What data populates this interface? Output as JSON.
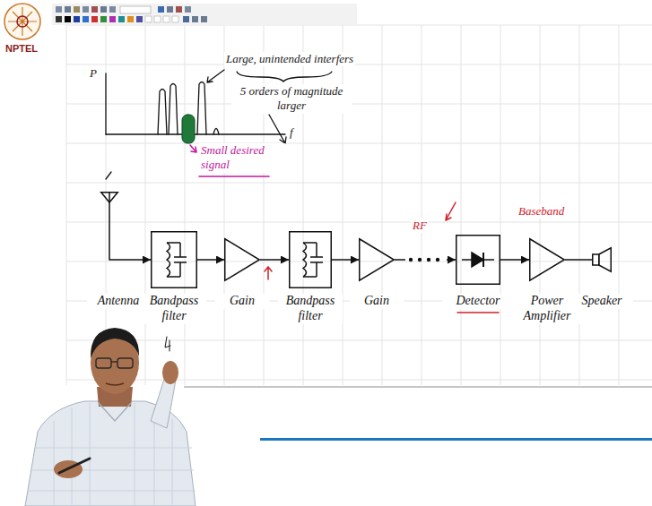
{
  "diagram": {
    "nodes": [
      {
        "text": [
          "Antenna"
        ]
      },
      {
        "text": [
          "Bandpass filter"
        ]
      },
      {
        "text": [
          "Gain"
        ]
      },
      {
        "text": [
          "Bandpass filter"
        ]
      },
      {
        "text": [
          "Gain"
        ]
      },
      {
        "text": [
          "Detector"
        ]
      },
      {
        "text": [
          "Power Amplifier"
        ]
      },
      {
        "text": [
          "Speaker"
        ]
      }
    ],
    "edges": [
      {
        "from": 0,
        "to": 1,
        "arrow": "to"
      },
      {
        "from": 1,
        "to": 2,
        "arrow": "to"
      },
      {
        "from": 2,
        "to": 3,
        "arrow": "to"
      },
      {
        "from": 3,
        "to": 4,
        "arrow": "to"
      },
      {
        "from": 4,
        "to": 5,
        "arrow": "to"
      },
      {
        "from": 5,
        "to": 6,
        "arrow": "to"
      },
      {
        "from": 6,
        "to": 7,
        "arrow": "none"
      }
    ],
    "labels": [
      "NPTEL",
      "P",
      "f",
      "Large, unintended interfers",
      "5 orders of magnitude larger",
      "Small desired signal",
      "RF",
      "Baseband"
    ]
  }
}
